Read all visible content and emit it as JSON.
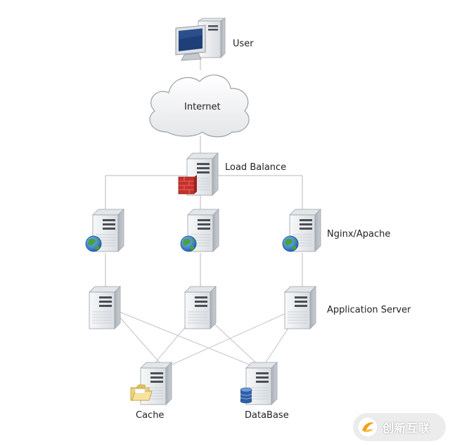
{
  "labels": {
    "user": "User",
    "internet": "Internet",
    "load_balance": "Load Balance",
    "web_tier": "Nginx/Apache",
    "app_tier": "Application Server",
    "cache": "Cache",
    "database": "DataBase"
  },
  "watermark": {
    "text": "创新互联"
  },
  "colors": {
    "link": "#b9b9b9",
    "mesh_link": "#c9bfc7",
    "server_body": "#eef0f2",
    "server_side": "#b8bec4",
    "monitor_screen": "#1e3f78",
    "firewall": "#c8302c",
    "globe_ocean": "#2a79c9",
    "globe_land": "#4aa13c",
    "db_icon": "#2f5fa8",
    "watermark_accent": "#f5a01a"
  },
  "icons": {
    "user": "desktop-computer-icon",
    "internet": "cloud-icon",
    "load_balance": "server-firewall-icon",
    "web_tier": "server-globe-icon",
    "app_tier": "server-icon",
    "cache": "server-folder-icon",
    "database": "server-database-icon"
  }
}
